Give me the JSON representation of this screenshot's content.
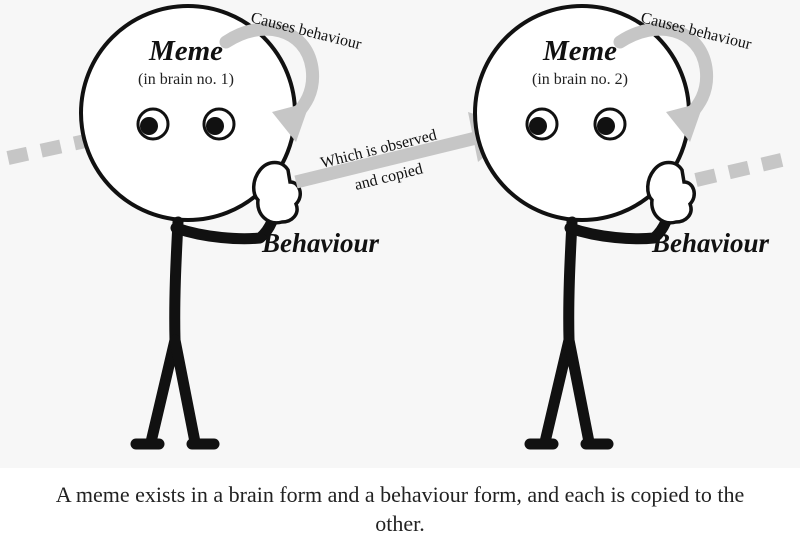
{
  "left_figure": {
    "title": "Meme",
    "subtitle": "(in brain no. 1)",
    "arrow_label": "Causes behaviour",
    "hand_label": "Behaviour"
  },
  "right_figure": {
    "title": "Meme",
    "subtitle": "(in brain no. 2)",
    "arrow_label": "Causes behaviour",
    "hand_label": "Behaviour"
  },
  "transfer_arrow": {
    "line1": "Which is observed",
    "line2": "and copied"
  },
  "caption": "A meme exists in a brain form and a behaviour form, and each is copied to the other.",
  "colors": {
    "stroke": "#111111",
    "arrow": "#c6c6c6",
    "background": "#f7f7f7"
  }
}
